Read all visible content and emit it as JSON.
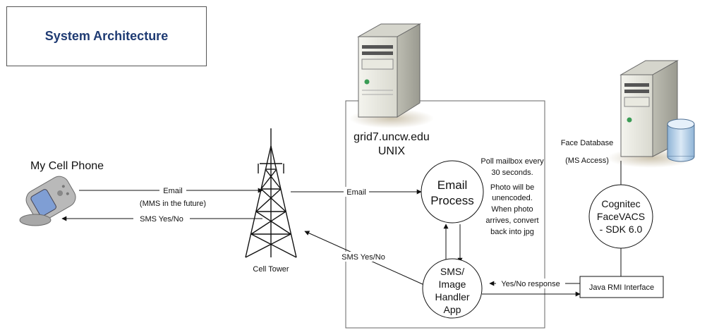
{
  "title": "System Architecture",
  "nodes": {
    "phone_label": "My Cell Phone",
    "tower_label": "Cell Tower",
    "server_label_1": "grid7.uncw.edu",
    "server_label_2": "UNIX",
    "email_process_1": "Email",
    "email_process_2": "Process",
    "sms_handler_1": "SMS/",
    "sms_handler_2": "Image",
    "sms_handler_3": "Handler",
    "sms_handler_4": "App",
    "cognitec_1": "Cognitec",
    "cognitec_2": "FaceVACS",
    "cognitec_3": "- SDK 6.0",
    "face_db_1": "Face Database",
    "face_db_2": "(MS Access)",
    "rmi": "Java RMI Interface"
  },
  "edges": {
    "email_1": "Email",
    "email_1_sub": "(MMS in the future)",
    "sms_phone": "SMS Yes/No",
    "email_2": "Email",
    "sms_tower": "SMS Yes/No",
    "yes_no": "Yes/No response"
  },
  "note": {
    "line1": "Poll mailbox every",
    "line2": "30 seconds.",
    "line3": "Photo will be",
    "line4": "unencoded.",
    "line5": "When photo",
    "line6": "arrives, convert",
    "line7": "back into jpg"
  },
  "icons": {
    "phone": "cell-phone-icon",
    "tower": "cell-tower-icon",
    "server": "server-tower-icon",
    "db_server": "database-server-icon"
  }
}
